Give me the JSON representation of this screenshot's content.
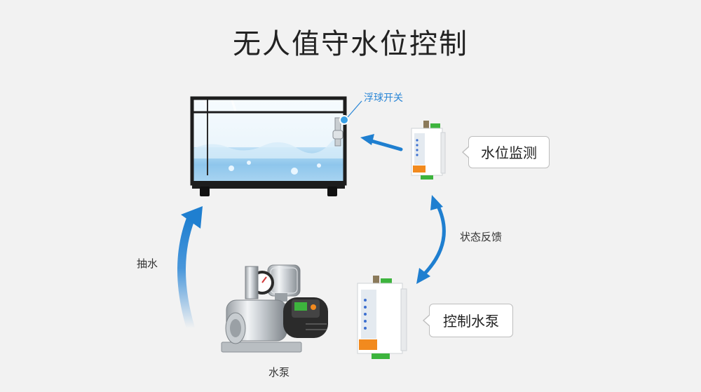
{
  "title": "无人值守水位控制",
  "tank": {
    "float_switch_label": "浮球开关"
  },
  "callouts": {
    "level_monitor": "水位监测",
    "pump_control": "控制水泵"
  },
  "flows": {
    "status_feedback": "状态反馈",
    "draw_water": "抽水"
  },
  "pump": {
    "label": "水泵"
  },
  "colors": {
    "arrow_blue": "#1f7fd0",
    "title_text": "#222222",
    "label_blue": "#2a86d6"
  }
}
